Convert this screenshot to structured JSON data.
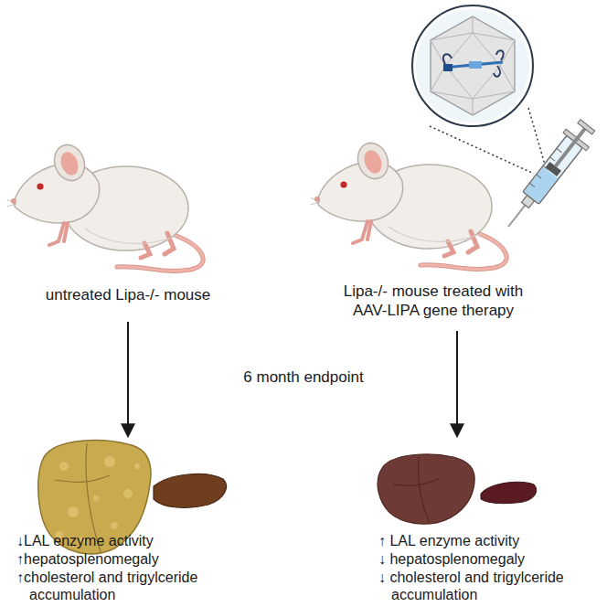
{
  "diagram": {
    "labels": [
      "untreated Lipa-/- mouse",
      "Lipa-/- mouse treated with AAV-LIPA gene therapy",
      "6 month endpoint",
      "↓LAL enzyme activity",
      "↑hepatosplenomegaly",
      "↑cholesterol and trigylceride accumulation",
      "↑ LAL enzyme activity",
      "↓ hepatosplenomegaly",
      "↓ cholesterol and trigylceride accumulation"
    ]
  }
}
